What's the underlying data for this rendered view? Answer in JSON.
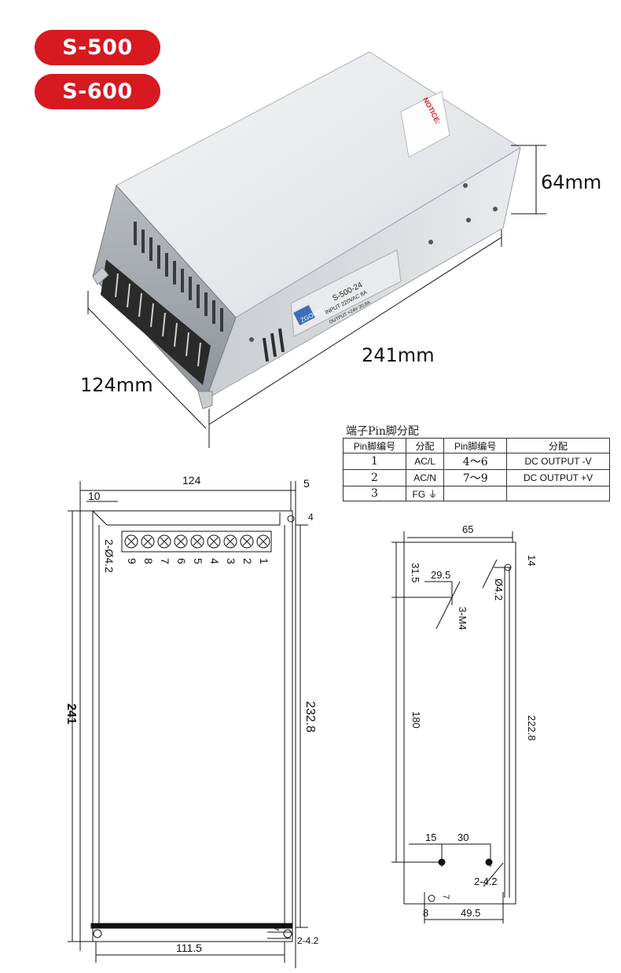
{
  "badges": [
    "S-500",
    "S-600"
  ],
  "dimensions": {
    "height": "64mm",
    "length": "241mm",
    "width": "124mm"
  },
  "product_label": {
    "brand": "ZGONYI",
    "model": "S-500-24",
    "input": "INPUT 220VAC 8A",
    "output": "OUTPUT +24V 20.8A",
    "notice_title": "NOTICE:"
  },
  "pin_table": {
    "title": "端子Pin脚分配",
    "headers": [
      "Pin脚编号",
      "分配",
      "Pin脚编号",
      "分配"
    ],
    "rows": [
      [
        "1",
        "AC/L",
        "4〜6",
        "DC OUTPUT -V"
      ],
      [
        "2",
        "AC/N",
        "7〜9",
        "DC OUTPUT +V"
      ],
      [
        "3",
        "FG ⏚",
        "",
        ""
      ]
    ]
  },
  "front_view": {
    "top_width": "124",
    "right_offset": "5",
    "left_offset": "10",
    "top_small": "4",
    "mount_hole": "2-Ø4.2",
    "terminals": [
      "9",
      "8",
      "7",
      "6",
      "5",
      "4",
      "3",
      "2",
      "1"
    ],
    "total_height": "241",
    "inner_height": "232.8",
    "bottom_width": "111.5",
    "bottom_small": "7",
    "bottom_hole": "2-4.2"
  },
  "side_view": {
    "top_width": "65",
    "top_right": "14",
    "d1": "31.5",
    "d2": "29.5",
    "screw": "3-M4",
    "hole": "Ø4.2",
    "mid_height": "180",
    "total_height": "222.8",
    "b1": "15",
    "b2": "30",
    "b_hole": "2-4.2",
    "b_small": "7",
    "b_left": "8",
    "b_width": "49.5"
  }
}
